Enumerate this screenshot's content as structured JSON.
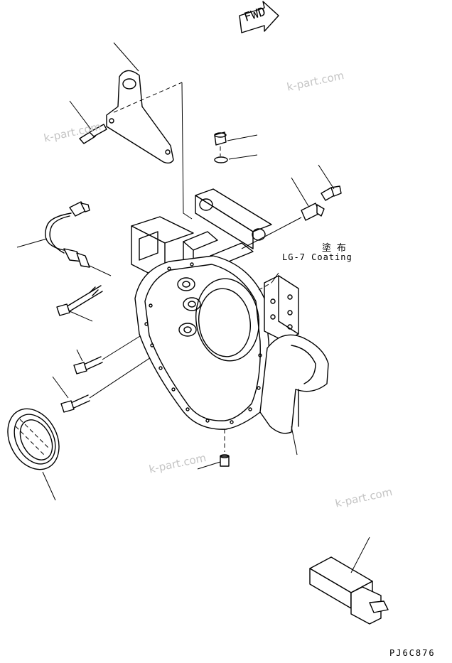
{
  "labels": {
    "fwd": "FWD",
    "coating_jp": "塗 布",
    "coating": "LG-7 Coating",
    "drawing_no": "PJ6C876"
  },
  "watermarks": [
    "k-part.com",
    "k-part.com",
    "k-part.com",
    "k-part.com"
  ]
}
